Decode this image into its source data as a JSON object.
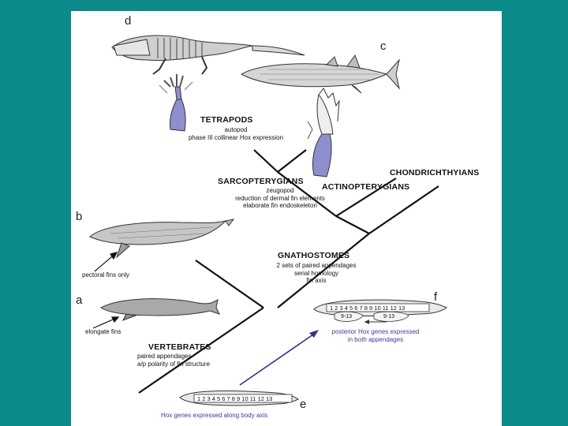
{
  "letters": {
    "a": "a",
    "b": "b",
    "c": "c",
    "d": "d",
    "e": "e",
    "f": "f"
  },
  "tetrapods": {
    "title": "TETRAPODS",
    "lines": [
      "autopod",
      "phase III collinear Hox expression"
    ]
  },
  "sarcopterygians": {
    "title": "SARCOPTERYGIANS",
    "lines": [
      "zeugopod",
      "reduction of dermal fin elements",
      "elaborate fin endoskeleton"
    ]
  },
  "chondrichthyians": {
    "title": "CHONDRICHTHYIANS"
  },
  "actinopterygians": {
    "title": "ACTINOPTERYGIANS"
  },
  "gnathostomes": {
    "title": "GNATHOSTOMES",
    "lines": [
      "2 sets of paired appendages",
      "serial homology",
      "fin axis"
    ]
  },
  "vertebrates": {
    "title": "VERTEBRATES",
    "lines": [
      "paired appendages",
      "a/p polarity of fin structure"
    ]
  },
  "labels": {
    "pectoral": "pectoral fins only",
    "elongate": "elongate fins",
    "hox_body": "Hox genes expressed along body axis",
    "hox_posterior": [
      "posterior Hox genes expressed",
      "in both appendages"
    ]
  },
  "hox": {
    "body_sequence": "1 2 3 4 5 6 7 8 9 10 11 12 13",
    "f_sequence": "1 2 3 4 5 6 7 8 9 10 11 12 13",
    "f_range_1": "9-13",
    "f_range_2": "9-13"
  },
  "colors": {
    "background": "#0a8a8a",
    "slide": "#ffffff",
    "limb_highlight": "#8f8fcf",
    "arrow": "#3b2a9a"
  }
}
